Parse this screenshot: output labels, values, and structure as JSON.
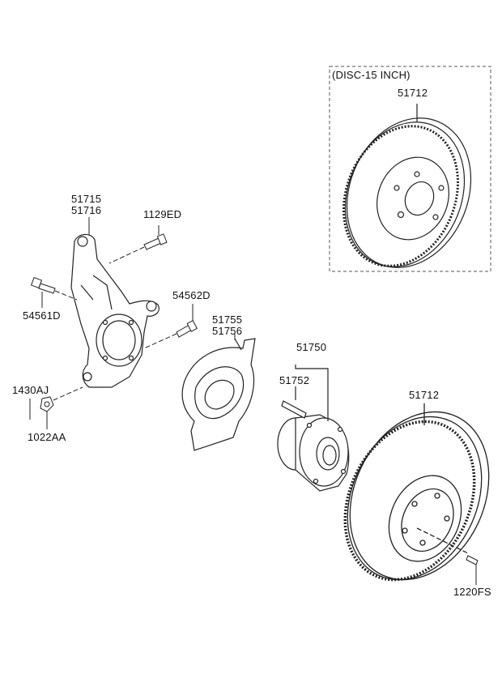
{
  "diagram": {
    "inset_box_title": "(DISC-15 INCH)",
    "parts": {
      "disc_inset": "51712",
      "knuckle_a": "51715",
      "knuckle_b": "51716",
      "bolt_1129ED": "1129ED",
      "bolt_54562D": "54562D",
      "bolt_54561D": "54561D",
      "shield_a": "51755",
      "shield_b": "51756",
      "hub_assembly": "51750",
      "hub_bolt": "51752",
      "disc_main": "51712",
      "pin_1430AJ": "1430AJ",
      "nut_1022AA": "1022AA",
      "screw_1220FS": "1220FS"
    }
  }
}
